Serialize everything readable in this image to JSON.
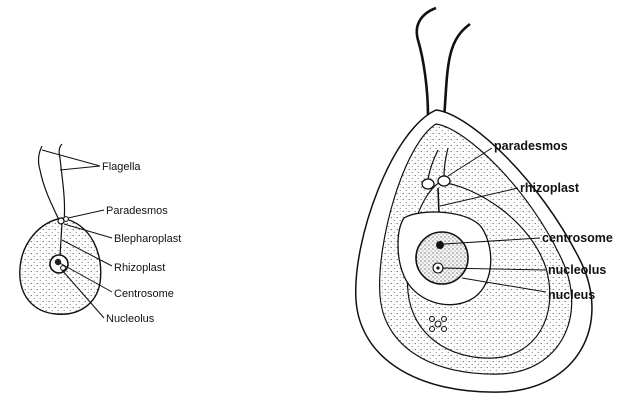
{
  "left_figure": {
    "labels": {
      "flagella": "Flagella",
      "paradesmos": "Paradesmos",
      "blepharoplast": "Blepharoplast",
      "rhizoplast": "Rhizoplast",
      "centrosome": "Centrosome",
      "nucleolus": "Nucleolus"
    }
  },
  "right_figure": {
    "labels": {
      "paradesmos": "paradesmos",
      "rhizoplast": "rhizoplast",
      "centrosome": "centrosome",
      "nucleolus": "nucleolus",
      "nucleus": "nucleus"
    }
  },
  "colors": {
    "ink": "#111111",
    "stipple": "#555555",
    "background": "#ffffff"
  }
}
